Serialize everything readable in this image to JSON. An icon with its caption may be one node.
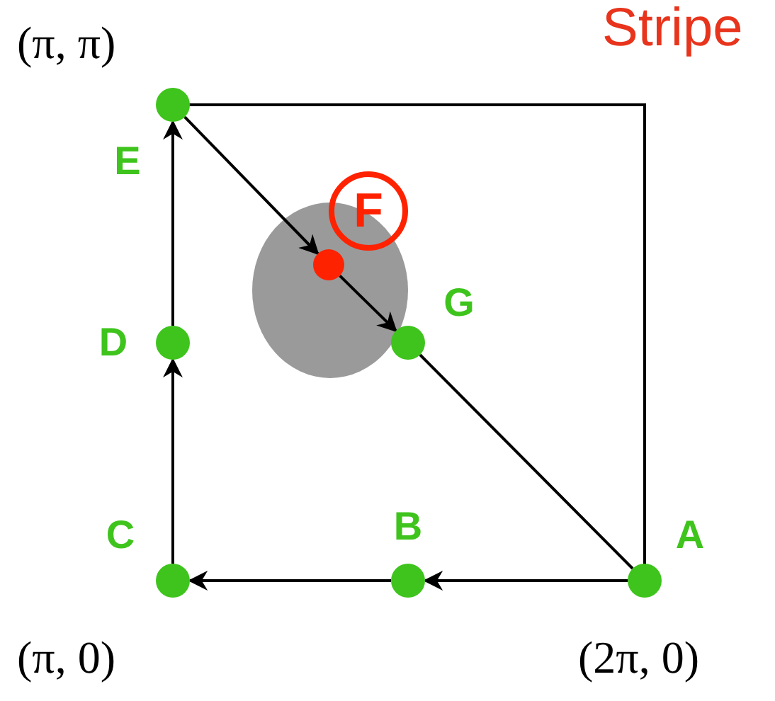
{
  "diagram": {
    "nodes": [
      {
        "text": [
          "A"
        ]
      },
      {
        "text": [
          "B"
        ]
      },
      {
        "text": [
          "C"
        ]
      },
      {
        "text": [
          "D"
        ]
      },
      {
        "text": [
          "E"
        ]
      },
      {
        "text": [
          "F"
        ]
      },
      {
        "text": [
          "G"
        ]
      }
    ],
    "edges": [
      {
        "from": 0,
        "to": 1,
        "arrow": "to"
      },
      {
        "from": 1,
        "to": 2,
        "arrow": "to"
      },
      {
        "from": 2,
        "to": 3,
        "arrow": "to"
      },
      {
        "from": 3,
        "to": 4,
        "arrow": "to"
      },
      {
        "from": 4,
        "to": 5,
        "arrow": "to"
      },
      {
        "from": 5,
        "to": 6,
        "arrow": "to"
      },
      {
        "from": 6,
        "to": 0,
        "arrow": "none"
      }
    ],
    "labels": [
      "Stripe",
      "(π, π)",
      "(π, 0)",
      "(2π, 0)"
    ]
  }
}
